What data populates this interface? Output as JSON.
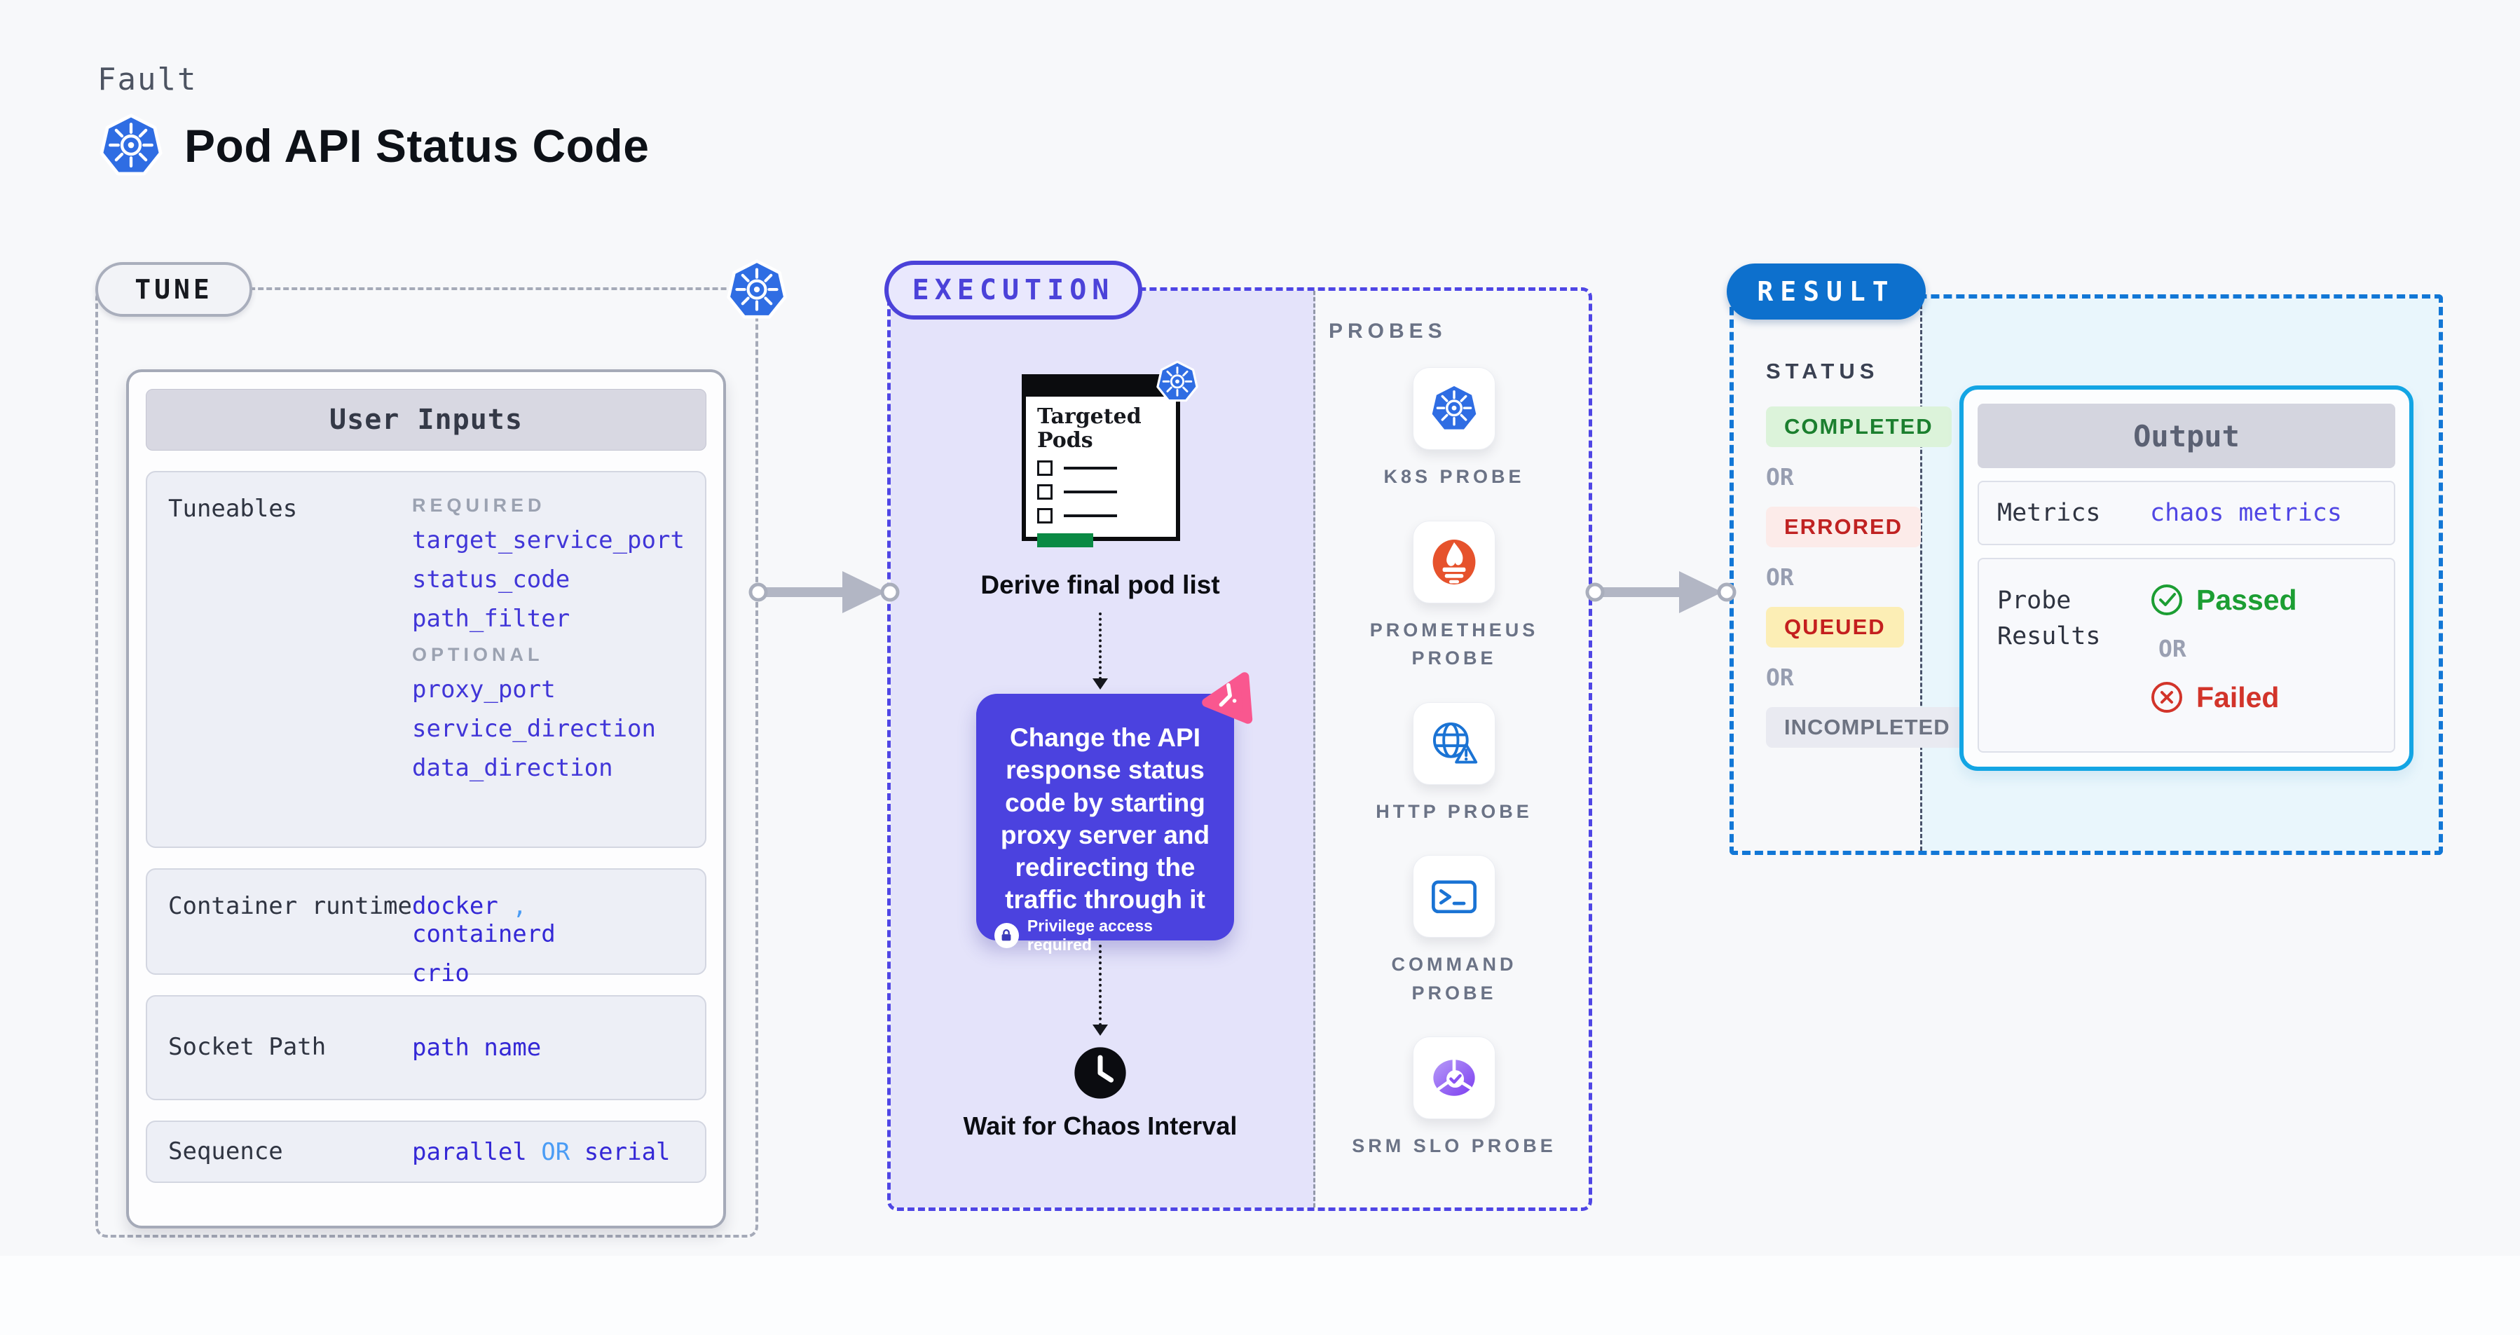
{
  "header": {
    "kicker": "Fault",
    "title": "Pod API Status Code",
    "title_icon": "kubernetes-icon"
  },
  "tune": {
    "badge": "TUNE",
    "user_inputs_title": "User Inputs",
    "tuneables": {
      "label": "Tuneables",
      "required_label": "REQUIRED",
      "required": [
        "target_service_port",
        "status_code",
        "path_filter"
      ],
      "optional_label": "OPTIONAL",
      "optional": [
        "proxy_port",
        "service_direction",
        "data_direction"
      ]
    },
    "container_runtime": {
      "label": "Container runtime",
      "values": [
        "docker",
        "containerd",
        "crio"
      ],
      "comma": ","
    },
    "socket_path": {
      "label": "Socket Path",
      "value": "path name"
    },
    "sequence": {
      "label": "Sequence",
      "value_a": "parallel",
      "or": "OR",
      "value_b": "serial"
    }
  },
  "execution": {
    "badge": "EXECUTION",
    "targeted_pods_title": "Targeted Pods",
    "derive_label": "Derive final pod list",
    "action_text": "Change the API response status code by starting proxy server and redirecting the traffic through it",
    "privilege_note": "Privilege access required",
    "wait_label": "Wait for Chaos Interval"
  },
  "probes": {
    "title": "PROBES",
    "items": [
      {
        "label": "K8S PROBE",
        "icon": "k8s-probe-icon"
      },
      {
        "label": "PROMETHEUS PROBE",
        "icon": "prometheus-probe-icon"
      },
      {
        "label": "HTTP PROBE",
        "icon": "http-probe-icon"
      },
      {
        "label": "COMMAND PROBE",
        "icon": "command-probe-icon"
      },
      {
        "label": "SRM SLO PROBE",
        "icon": "srm-slo-probe-icon"
      }
    ]
  },
  "result": {
    "badge": "RESULT",
    "status": {
      "label": "STATUS",
      "or": "OR",
      "badges": [
        {
          "label": "COMPLETED",
          "fg": "#1b7f2e",
          "bg": "#dcf3da"
        },
        {
          "label": "ERRORED",
          "fg": "#c02222",
          "bg": "#fcebe9"
        },
        {
          "label": "QUEUED",
          "fg": "#c41f1f",
          "bg": "#fceeb5"
        },
        {
          "label": "INCOMPLETED",
          "fg": "#6d7382",
          "bg": "#e9eaf1"
        }
      ]
    },
    "output": {
      "title": "Output",
      "metrics_label": "Metrics",
      "metrics_value": "chaos metrics",
      "probe_results_label": "Probe Results",
      "passed_label": "Passed",
      "or_label": "OR",
      "failed_label": "Failed"
    }
  },
  "colors": {
    "page_bg": "#f7f8fa",
    "accent_indigo": "#4b42df",
    "lavender_bg": "#e4e3fa",
    "result_blue": "#0d70cd",
    "result_dash_blue": "#1277d6",
    "cyan_border": "#13a5e4",
    "cyan_bg": "#e9f6fc",
    "param_indigo": "#4136d8",
    "or_light_blue": "#4a9cf5",
    "passed_green": "#1c9e33",
    "failed_red": "#d2342a",
    "kubernetes_blue": "#2f6de3",
    "prometheus_orange": "#e6522c",
    "probe_icon_blue": "#1a73d4",
    "chaos_pink": "#f9578f",
    "arrow_gray": "#b2b6c4",
    "targeted_green": "#0a8a44"
  }
}
